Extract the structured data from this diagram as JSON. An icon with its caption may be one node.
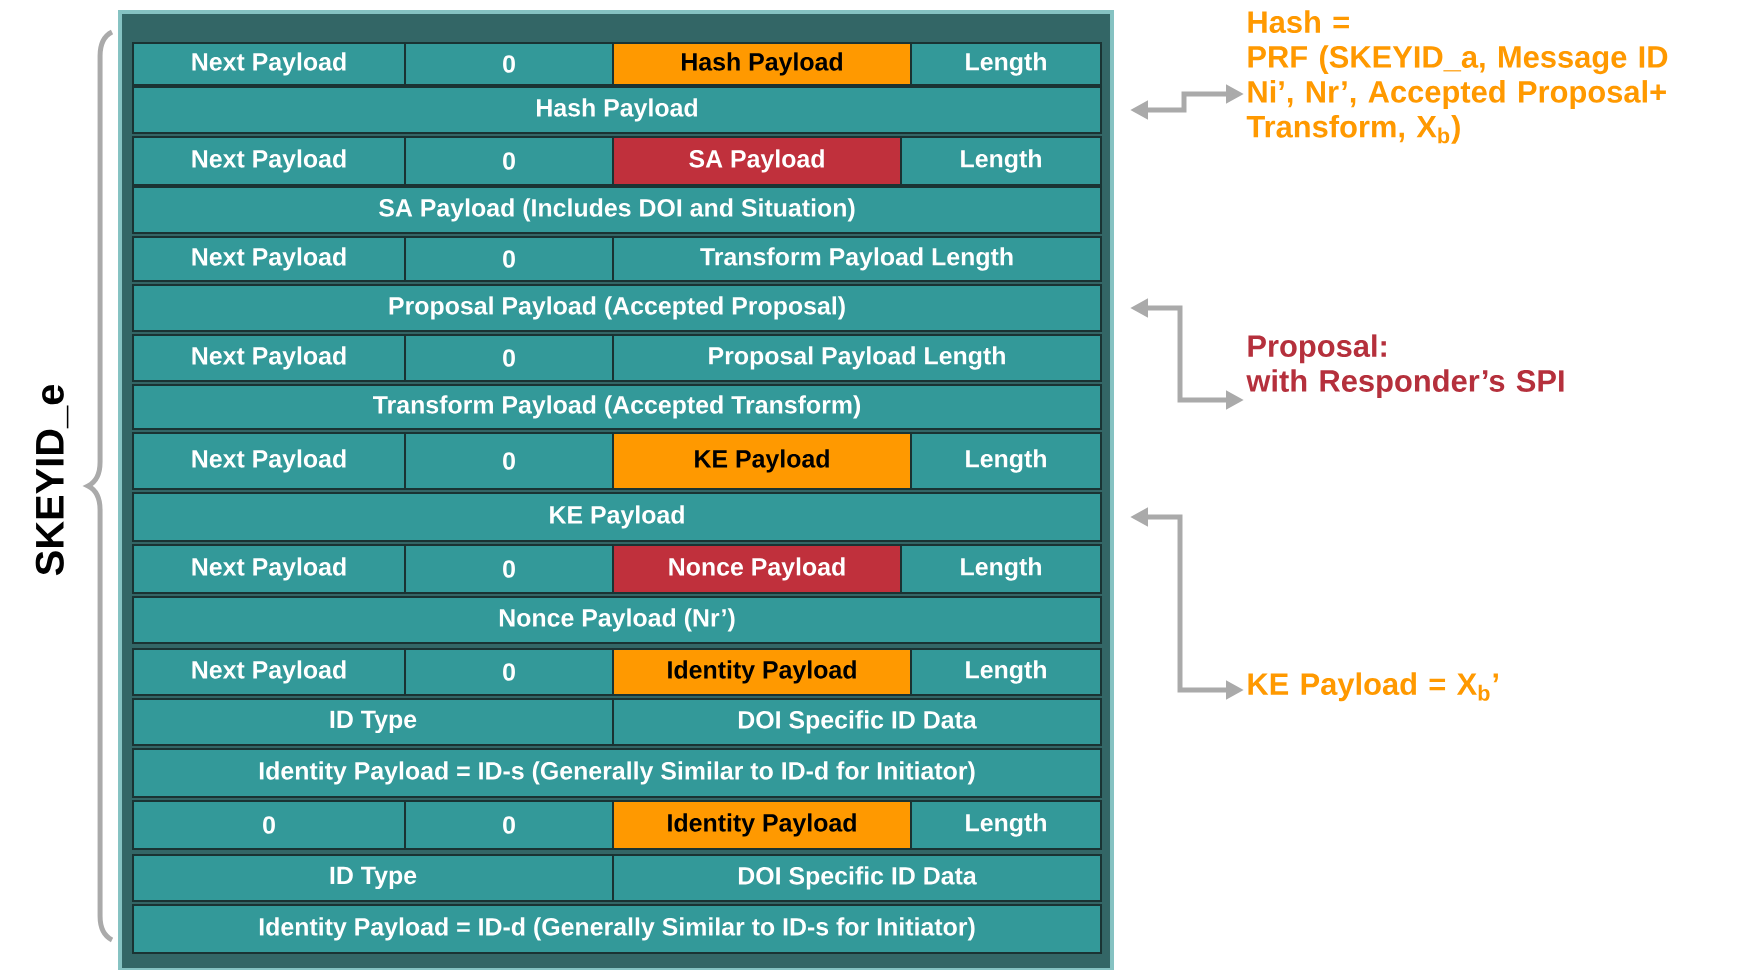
{
  "diagram": {
    "nodes": [
      {
        "text": [
          "Next Payload"
        ]
      },
      {
        "text": [
          "0"
        ]
      },
      {
        "text": [
          "Hash Payload"
        ]
      },
      {
        "text": [
          "Length"
        ]
      },
      {
        "text": [
          "Hash Payload"
        ]
      },
      {
        "text": [
          "Next Payload"
        ]
      },
      {
        "text": [
          "0"
        ]
      },
      {
        "text": [
          "SA Payload"
        ]
      },
      {
        "text": [
          "Length"
        ]
      },
      {
        "text": [
          "SA Payload (Includes DOI and Situation)"
        ]
      },
      {
        "text": [
          "Next Payload"
        ]
      },
      {
        "text": [
          "0"
        ]
      },
      {
        "text": [
          "Transform Payload Length"
        ]
      },
      {
        "text": [
          "Proposal Payload (Accepted Proposal)"
        ]
      },
      {
        "text": [
          "Next Payload"
        ]
      },
      {
        "text": [
          "0"
        ]
      },
      {
        "text": [
          "Proposal Payload Length"
        ]
      },
      {
        "text": [
          "Transform Payload (Accepted Transform)"
        ]
      },
      {
        "text": [
          "Next Payload"
        ]
      },
      {
        "text": [
          "0"
        ]
      },
      {
        "text": [
          "KE Payload"
        ]
      },
      {
        "text": [
          "Length"
        ]
      },
      {
        "text": [
          "KE Payload"
        ]
      },
      {
        "text": [
          "Next Payload"
        ]
      },
      {
        "text": [
          "0"
        ]
      },
      {
        "text": [
          "Nonce Payload"
        ]
      },
      {
        "text": [
          "Length"
        ]
      },
      {
        "text": [
          "Nonce Payload (Nr’)"
        ]
      },
      {
        "text": [
          "Next Payload"
        ]
      },
      {
        "text": [
          "0"
        ]
      },
      {
        "text": [
          "Identity Payload"
        ]
      },
      {
        "text": [
          "Length"
        ]
      },
      {
        "text": [
          "ID Type"
        ]
      },
      {
        "text": [
          "DOI Specific ID Data"
        ]
      },
      {
        "text": [
          "Identity Payload = ID-s (Generally Similar to ID-d for Initiator)"
        ]
      },
      {
        "text": [
          "0"
        ]
      },
      {
        "text": [
          "0"
        ]
      },
      {
        "text": [
          "Identity Payload"
        ]
      },
      {
        "text": [
          "Length"
        ]
      },
      {
        "text": [
          "ID Type"
        ]
      },
      {
        "text": [
          "DOI Specific ID Data"
        ]
      },
      {
        "text": [
          "Identity Payload = ID-d (Generally Similar to ID-s for Initiator)"
        ]
      },
      {
        "text": [
          "Hash =",
          "PRF (SKEYID_a, Message ID Ni’, Nr’, Accepted Proposal+ Transform,  X$_{b}$)"
        ]
      },
      {
        "text": [
          "Proposal:",
          "with Responder’s SPI"
        ]
      },
      {
        "text": [
          "KE Payload = X$_{b}$’"
        ]
      }
    ],
    "edges": [
      {
        "from": 4,
        "to": 42,
        "arrow": "both"
      },
      {
        "from": 13,
        "to": 43,
        "arrow": "both"
      },
      {
        "from": 22,
        "to": 44,
        "arrow": "both"
      }
    ],
    "labels": [
      "SKEYID_e"
    ]
  }
}
